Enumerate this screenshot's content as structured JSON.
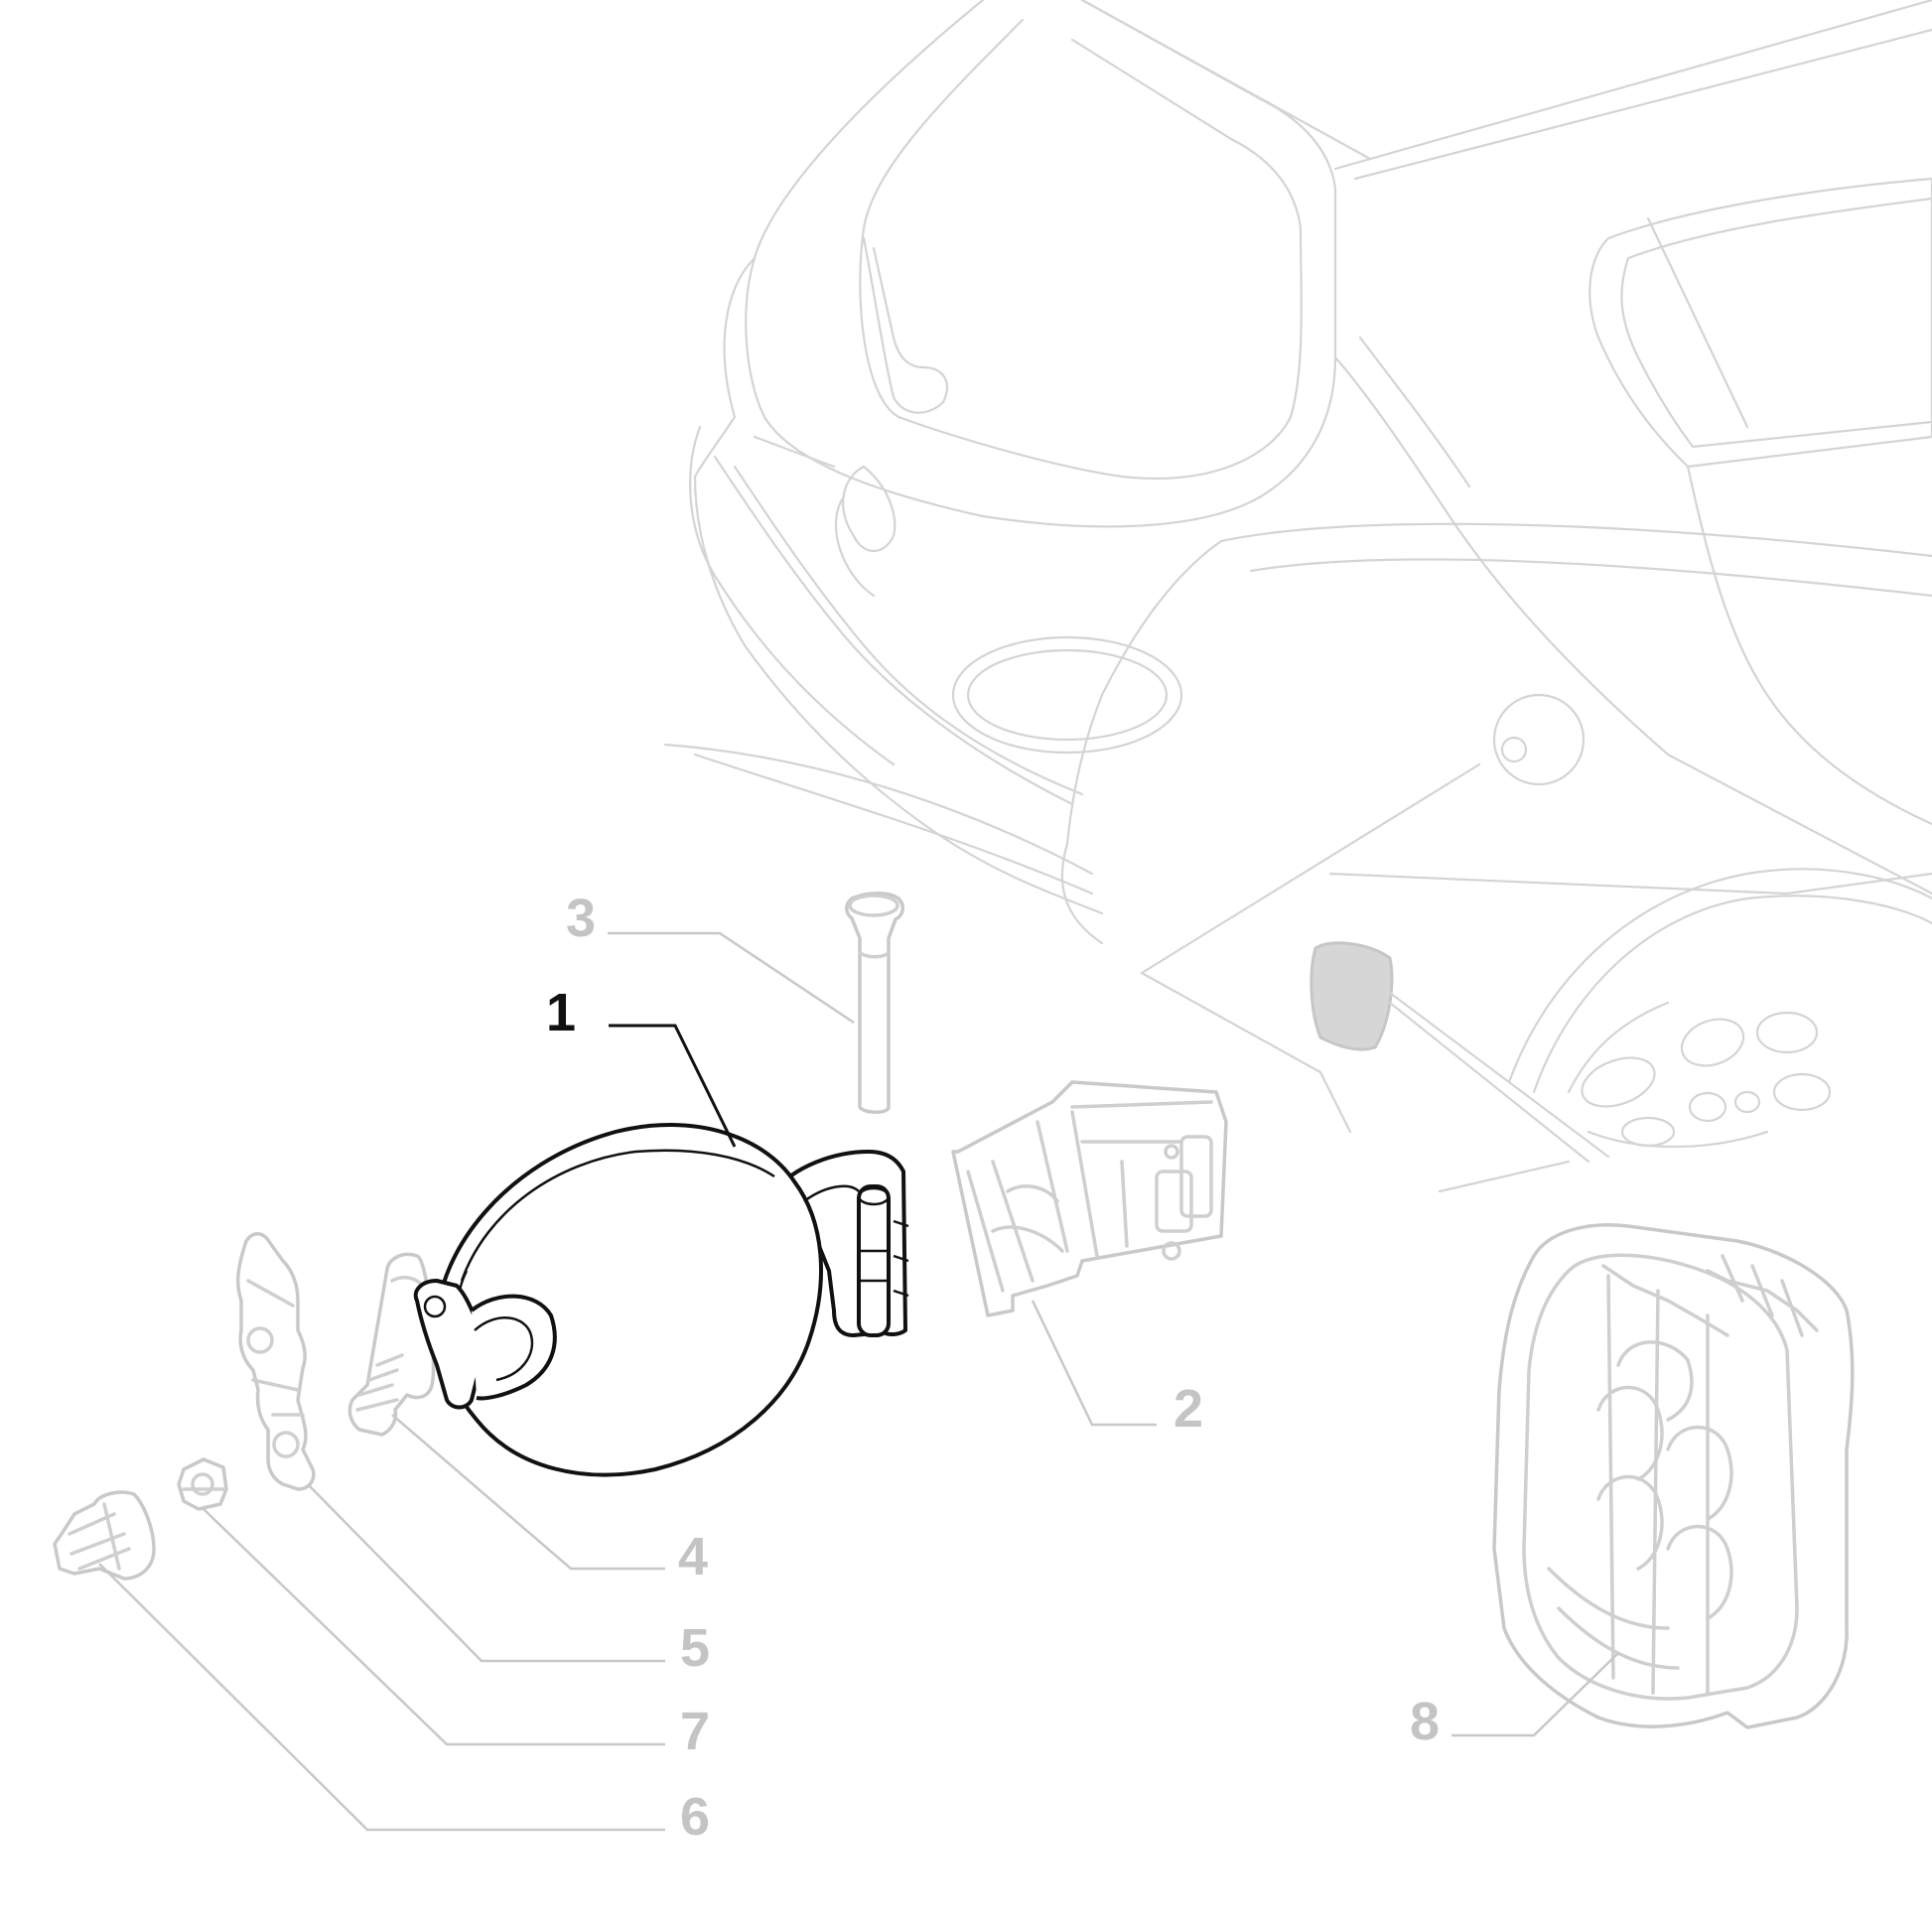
{
  "callouts": {
    "c1": "1",
    "c2": "2",
    "c3": "3",
    "c4": "4",
    "c5": "5",
    "c6": "6",
    "c7": "7",
    "c8": "8"
  },
  "highlighted_part": "1",
  "colors": {
    "highlight": "#111111",
    "ghost": "#c8c8c8",
    "background": "#ffffff"
  }
}
